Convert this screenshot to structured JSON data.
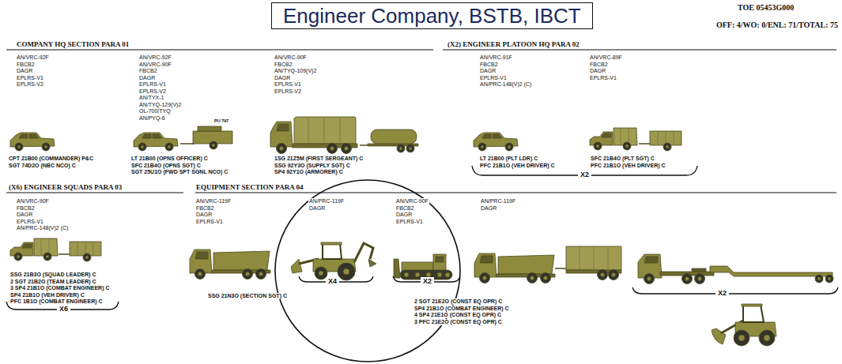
{
  "diagram": {
    "title": "Engineer Company, BSTB, IBCT",
    "labels": [
      "TOE 05453G000",
      "OFF: 4/WO: 0/ENL: 71/TOTAL: 75",
      "COMPANY HQ SECTION PARA 01",
      "(X2) ENGINEER PLATOON HQ PARA 02",
      "AN/VRC-92F",
      "FBCB2",
      "DAGR",
      "EPLRS-V1",
      "EPLRS-V2",
      "AN/VRC-92F",
      "AN/VRC-90F",
      "FBCB2",
      "DAGR",
      "EPLRS-V1",
      "EPLRS-V2",
      "AN/TYX-1",
      "AN/TYQ-129(V)2",
      "OL-700/TYQ",
      "AN/PYQ-6",
      "AN/VRC-90F",
      "FBCB2",
      "AN/TYQ-109(V)2",
      "DAGR",
      "EPLRS-V1",
      "EPLRS-V2",
      "AN/VRC-91F",
      "FBCB2",
      "DAGR",
      "EPLRS-V1",
      "AN/PRC-148(V)2 (C)",
      "AN/VRC-89F",
      "FBCB2",
      "DAGR",
      "EPLRS-V1",
      "PU 797",
      "CPT 21B00 (COMMANDER) P&C",
      "SGT 74D2O (NBC NCO) C",
      "LT 21B00 (OPNS OFFICER) C",
      "SFC 21B4O (OPNS SGT) C",
      "SGT 25U1O (FWD SPT SGNL NCO) C",
      "1SG 21Z5M (FIRST SERGEANT) C",
      "SSG 92Y3O (SUPPLY SGT) C",
      "SP4 92Y1O (ARMORER) C",
      "LT 21B00 (PLT LDR) C",
      "PFC 21B1O (VEH DRIVER) C",
      "SFC 21B4O (PLT SGT) C",
      "PFC 21B1O (VEH DRIVER) C",
      "X2",
      "(X6) ENGINEER SQUADS PARA 03",
      "EQUIPMENT SECTION PARA 04",
      "AN/VRC-90F",
      "FBCB2",
      "DAGR",
      "EPLRS-V1",
      "AN/PRC-148(V)2 (C)",
      "SSG 21B3O (SQUAD LEADER) C",
      "2 SGT 21B2O (TEAM LEADER) C",
      "3 SP4 21B1O (COMBAT ENGINEER) C",
      "SP4 21B1O (VEH DRIVER) C",
      "PFC 1B1O (COMBAT ENGINEER) C",
      "X6",
      "AN/VRC-119F",
      "FBCB2",
      "DAGR",
      "EPLRS-V1",
      "AN/PRC-119F",
      "DAGR",
      "AN/VRC-90F",
      "FBCB2",
      "DAGR",
      "EPLRS-V1",
      "AN/PRC-119F",
      "DAGR",
      "SSG 21N3O (SECTION SGT) C",
      "X4",
      "X2",
      "2 SGT 21E2O (CONST EQ OPR) C",
      "SP4 21B1O (COMBAT ENGINEER) C",
      "4 SP4 21E1O (CONST EQ OPR) C",
      "3 PFC 21E2O (CONST EQ OPR) C",
      "X2"
    ]
  }
}
